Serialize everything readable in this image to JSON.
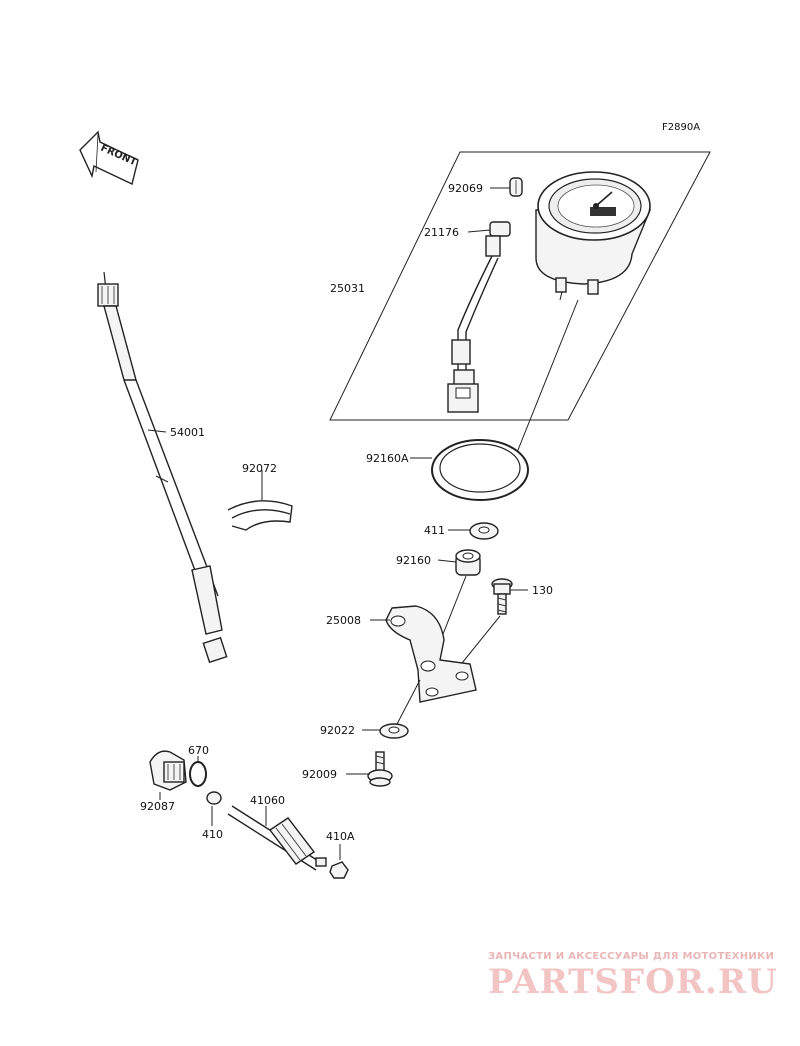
{
  "figure_code": "F2890A",
  "front_label": "FRONT",
  "parts": {
    "p92069": "92069",
    "p21176": "21176",
    "p25031": "25031",
    "p54001": "54001",
    "p92160A": "92160A",
    "p92072": "92072",
    "p411": "411",
    "p92160": "92160",
    "p130": "130",
    "p25008": "25008",
    "p92022": "92022",
    "p92009": "92009",
    "p670": "670",
    "p41060": "41060",
    "p92087": "92087",
    "p410": "410",
    "p410A": "410A"
  },
  "watermark": {
    "tagline": "ЗАПЧАСТИ И АКСЕССУАРЫ ДЛЯ МОТОТЕХНИКИ",
    "brand": "PARTSFOR.RU"
  }
}
